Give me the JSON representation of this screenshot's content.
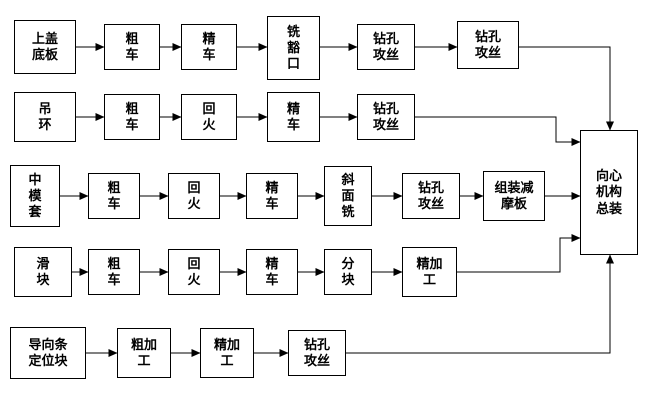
{
  "diagram": {
    "title": "machining-process-flowchart",
    "final_label": "向心\n机构\n总装",
    "line_color": "#000000",
    "box_bg": "#ffffff",
    "rows": [
      {
        "part": "上盖\n底板",
        "steps": [
          "粗\n车",
          "精\n车",
          "铣\n豁\n口",
          "钻孔\n攻丝",
          "钻孔\n攻丝"
        ]
      },
      {
        "part": "吊\n环",
        "steps": [
          "粗\n车",
          "回\n火",
          "精\n车",
          "钻孔\n攻丝"
        ]
      },
      {
        "part": "中\n模\n套",
        "steps": [
          "粗\n车",
          "回\n火",
          "精\n车",
          "斜\n面\n铣",
          "钻孔\n攻丝",
          "组装减\n摩板"
        ]
      },
      {
        "part": "滑\n块",
        "steps": [
          "粗\n车",
          "回\n火",
          "精\n车",
          "分\n块",
          "精加\n工"
        ]
      },
      {
        "part": "导向条\n定位块",
        "steps": [
          "粗加\n工",
          "精加\n工",
          "钻孔\n攻丝"
        ]
      }
    ]
  }
}
